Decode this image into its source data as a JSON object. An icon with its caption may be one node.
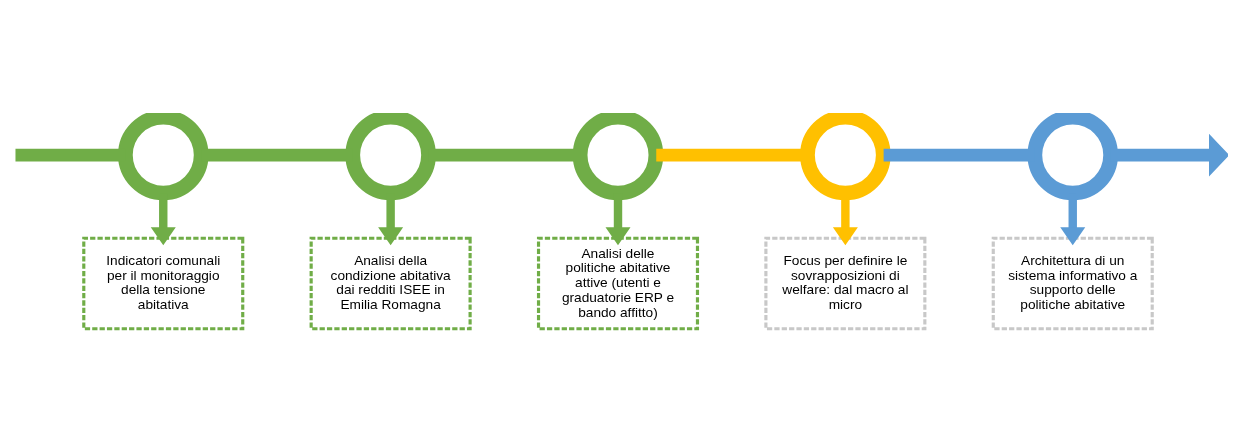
{
  "diagram": {
    "nodes": [
      {
        "text": [],
        "shape": "circle"
      },
      {
        "text": [],
        "shape": "circle"
      },
      {
        "text": [],
        "shape": "circle"
      },
      {
        "text": [],
        "shape": "circle"
      },
      {
        "text": [],
        "shape": "circle"
      },
      {
        "text": [
          "Indicatori comunali per il monitoraggio della tensione abitativa"
        ]
      },
      {
        "text": [
          "Analisi della condizione abitativa dai redditi ISEE in Emilia Romagna"
        ]
      },
      {
        "text": [
          "Analisi delle politiche abitative attive (utenti e graduatorie ERP e bando affitto)"
        ]
      },
      {
        "text": [
          "Focus per definire le sovrapposizioni di welfare: dal macro al micro"
        ]
      },
      {
        "text": [
          "Architettura di un sistema informativo a supporto delle politiche abitative"
        ]
      }
    ],
    "edges": [
      {
        "from": null,
        "to": 0,
        "arrow": "none"
      },
      {
        "from": 0,
        "to": 1,
        "arrow": "none"
      },
      {
        "from": 1,
        "to": 2,
        "arrow": "none"
      },
      {
        "from": 2,
        "to": 3,
        "arrow": "none",
        "color": "#ffc000"
      },
      {
        "from": 3,
        "to": 4,
        "arrow": "none",
        "color": "#5b9bd5"
      },
      {
        "from": 4,
        "to": null,
        "arrow": "to",
        "color": "#5b9bd5"
      },
      {
        "from": 0,
        "to": 5,
        "arrow": "to"
      },
      {
        "from": 1,
        "to": 6,
        "arrow": "to"
      },
      {
        "from": 2,
        "to": 7,
        "arrow": "to"
      },
      {
        "from": 3,
        "to": 8,
        "arrow": "to",
        "color": "#ffc000"
      },
      {
        "from": 4,
        "to": 9,
        "arrow": "to",
        "color": "#5b9bd5"
      }
    ]
  }
}
